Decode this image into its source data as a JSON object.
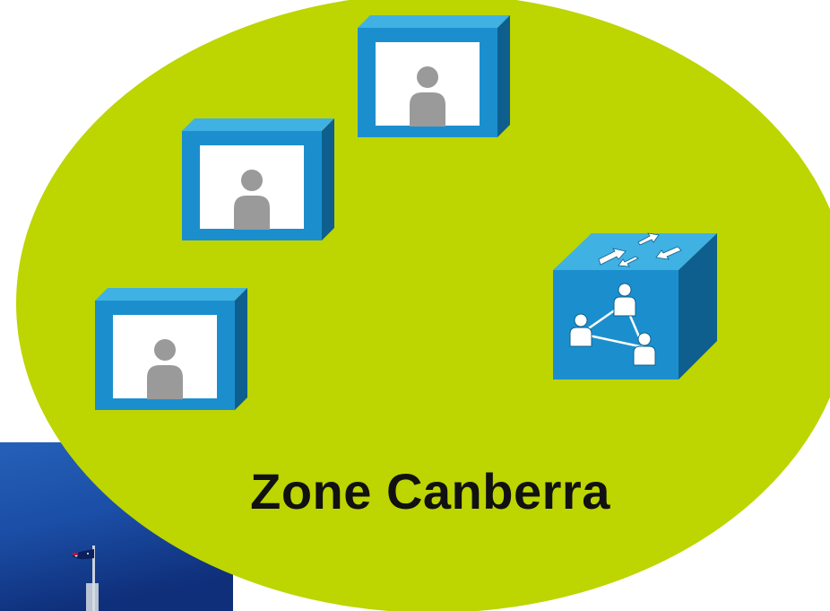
{
  "zone": {
    "label": "Zone Canberra",
    "fill_color": "#BDD500",
    "label_color": "#111111"
  },
  "devices": [
    {
      "type": "video-endpoint",
      "icon": "user-silhouette-icon"
    },
    {
      "type": "video-endpoint",
      "icon": "user-silhouette-icon"
    },
    {
      "type": "video-endpoint",
      "icon": "user-silhouette-icon"
    },
    {
      "type": "gatekeeper-router",
      "icon": "users-network-icon"
    }
  ],
  "background_photo": {
    "subject": "canberra-sky-with-flag",
    "sky_color": "#1b4ea6"
  },
  "colors": {
    "device_face": "#1b8fce",
    "device_top": "#3fb1e3",
    "device_side": "#0e5f8e",
    "screen": "#ffffff",
    "silhouette": "#9a9a9a"
  }
}
